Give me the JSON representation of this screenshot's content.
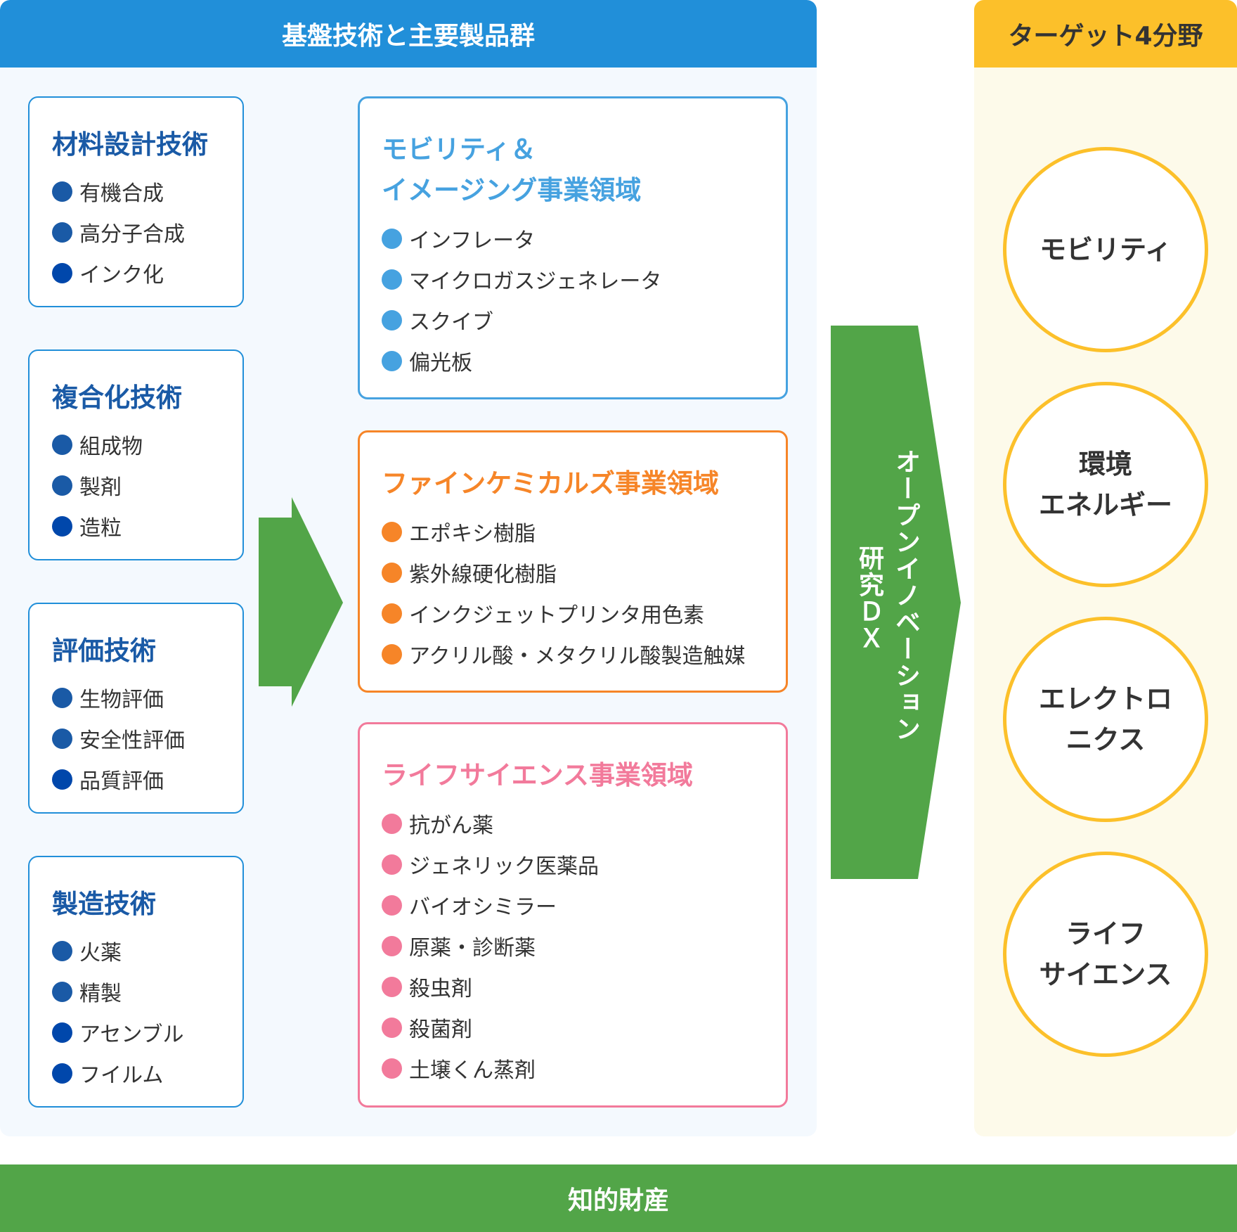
{
  "left_header": "基盤技術と主要製品群",
  "right_header": "ターゲット4分野",
  "footer": "知的財産",
  "technologies": [
    {
      "title": "材料設計技術",
      "items": [
        "有機合成",
        "高分子合成",
        "インク化"
      ]
    },
    {
      "title": "複合化技術",
      "items": [
        "組成物",
        "製剤",
        "造粒"
      ]
    },
    {
      "title": "評価技術",
      "items": [
        "生物評価",
        "安全性評価",
        "品質評価"
      ]
    },
    {
      "title": "製造技術",
      "items": [
        "火薬",
        "精製",
        "アセンブル",
        "フイルム"
      ]
    }
  ],
  "domains": [
    {
      "title_lines": [
        "モビリティ＆",
        "イメージング事業領域"
      ],
      "color": "#46a2e0",
      "items": [
        "インフレータ",
        "マイクロガスジェネレータ",
        "スクイブ",
        "偏光板"
      ]
    },
    {
      "title_lines": [
        "ファインケミカルズ事業領域"
      ],
      "color": "#f68528",
      "items": [
        "エポキシ樹脂",
        "紫外線硬化樹脂",
        "インクジェットプリンタ用色素",
        "アクリル酸・メタクリル酸製造触媒"
      ]
    },
    {
      "title_lines": [
        "ライフサイエンス事業領域"
      ],
      "color": "#f27a9b",
      "items": [
        "抗がん薬",
        "ジェネリック医薬品",
        "バイオシミラー",
        "原薬・診断薬",
        "殺虫剤",
        "殺菌剤",
        "土壌くん蒸剤"
      ]
    }
  ],
  "arrow": {
    "line1": "オープンイノベーション",
    "line2": "研究ＤＸ"
  },
  "targets": [
    {
      "lines": [
        "モビリティ"
      ]
    },
    {
      "lines": [
        "環境",
        "エネルギー"
      ]
    },
    {
      "lines": [
        "エレクトロ",
        "ニクス"
      ]
    },
    {
      "lines": [
        "ライフ",
        "サイエンス"
      ]
    }
  ],
  "colors": {
    "tech_dot_1": "#1a5aa6",
    "tech_dot_2": "#0047ab",
    "green": "#52a548",
    "yellow": "#fcc02a"
  }
}
